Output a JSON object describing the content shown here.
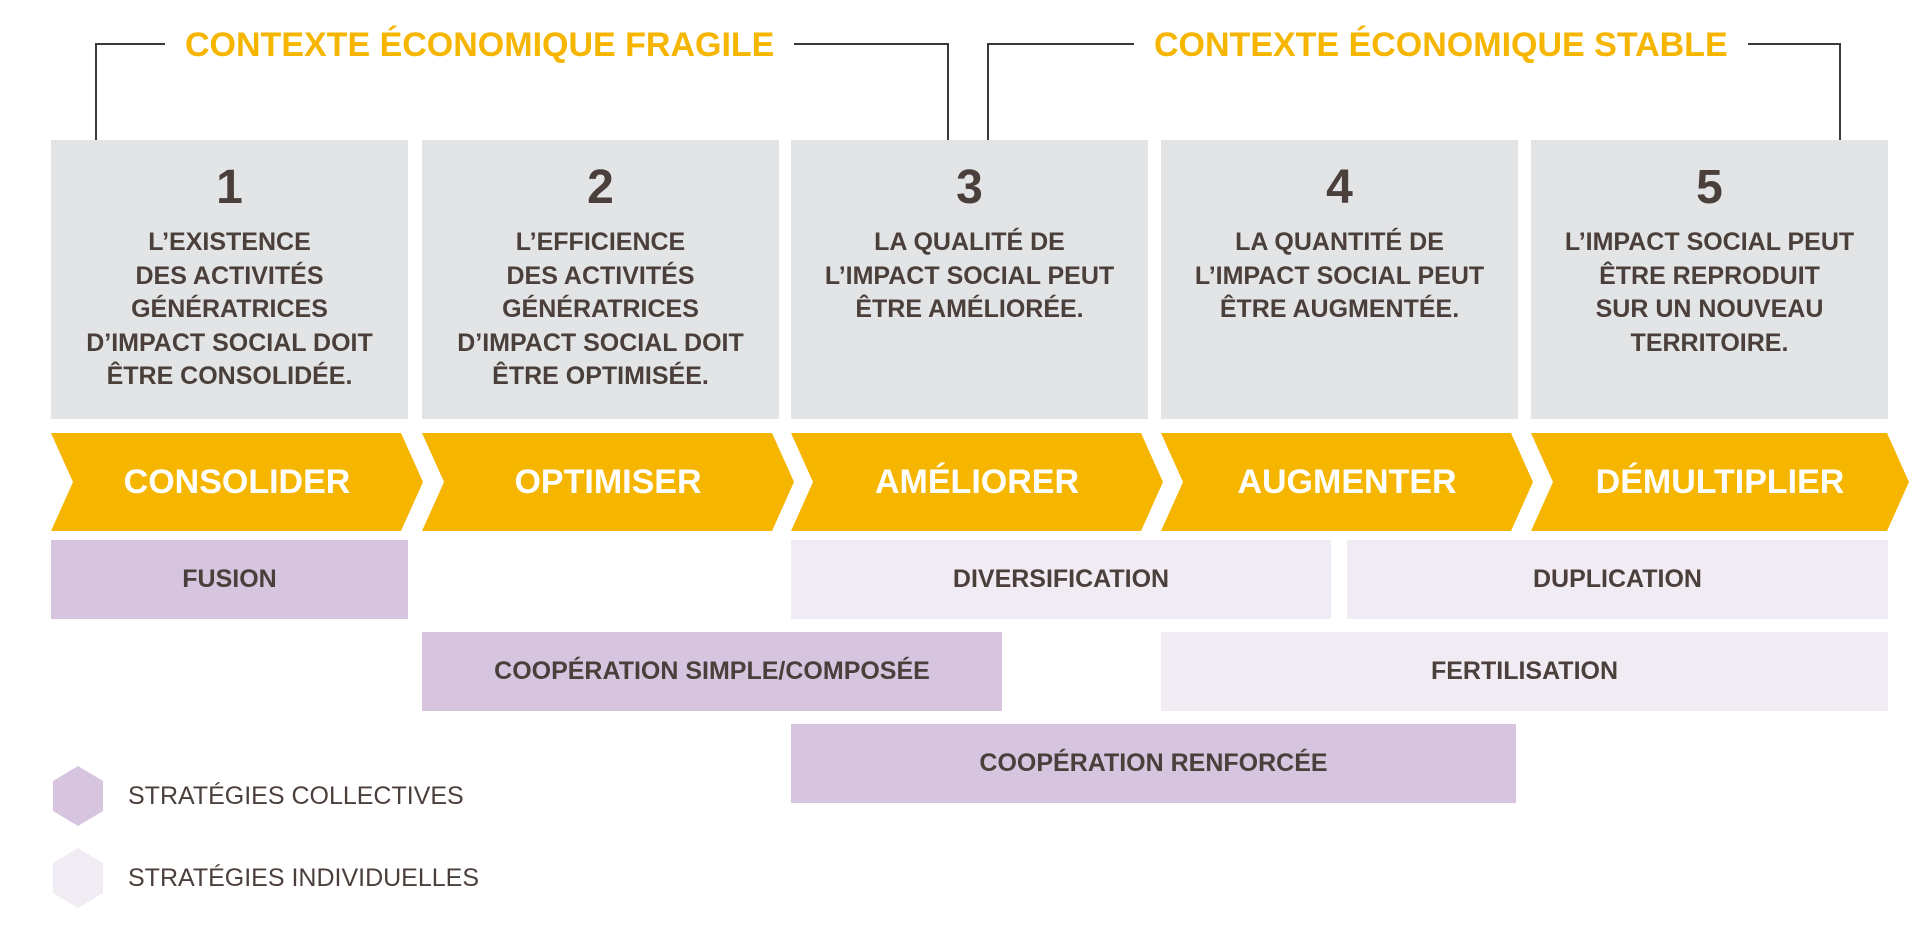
{
  "contexts": {
    "fragile": "CONTEXTE ÉCONOMIQUE FRAGILE",
    "stable": "CONTEXTE ÉCONOMIQUE STABLE"
  },
  "steps": [
    {
      "number": "1",
      "text": "L’EXISTENCE\nDES ACTIVITÉS\nGÉNÉRATRICES\nD’IMPACT SOCIAL DOIT\nÊTRE CONSOLIDÉE.",
      "action": "CONSOLIDER"
    },
    {
      "number": "2",
      "text": "L’EFFICIENCE\nDES ACTIVITÉS\nGÉNÉRATRICES\nD’IMPACT SOCIAL DOIT\nÊTRE OPTIMISÉE.",
      "action": "OPTIMISER"
    },
    {
      "number": "3",
      "text": "LA QUALITÉ DE\nL’IMPACT SOCIAL PEUT\nÊTRE AMÉLIORÉE.",
      "action": "AMÉLIORER"
    },
    {
      "number": "4",
      "text": "LA QUANTITÉ DE\nL’IMPACT SOCIAL PEUT\nÊTRE AUGMENTÉE.",
      "action": "AUGMENTER"
    },
    {
      "number": "5",
      "text": "L’IMPACT SOCIAL PEUT\nÊTRE REPRODUIT\nSUR UN NOUVEAU\nTERRITOIRE.",
      "action": "DÉMULTIPLIER"
    }
  ],
  "strategies": {
    "fusion": {
      "label": "FUSION",
      "kind": "collective"
    },
    "diversification": {
      "label": "DIVERSIFICATION",
      "kind": "individual"
    },
    "duplication": {
      "label": "DUPLICATION",
      "kind": "individual"
    },
    "cooperation_simple": {
      "label": "COOPÉRATION SIMPLE/COMPOSÉE",
      "kind": "collective"
    },
    "fertilisation": {
      "label": "FERTILISATION",
      "kind": "individual"
    },
    "cooperation_renforcee": {
      "label": "COOPÉRATION RENFORCÉE",
      "kind": "collective"
    }
  },
  "legend": {
    "collective": "STRATÉGIES COLLECTIVES",
    "individual": "STRATÉGIES INDIVIDUELLES"
  },
  "colors": {
    "accent": "#f6b600",
    "card_bg": "#e3e4e6",
    "text": "#4a3f3a",
    "collective": "#d7c5e0",
    "individual": "#f1ecf4",
    "bracket": "#3a3a3a"
  }
}
